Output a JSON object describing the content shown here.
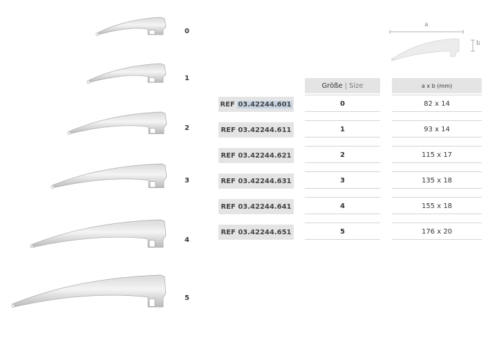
{
  "blades": [
    {
      "size": "0"
    },
    {
      "size": "1"
    },
    {
      "size": "2"
    },
    {
      "size": "3"
    },
    {
      "size": "4"
    },
    {
      "size": "5"
    }
  ],
  "dimension_diagram": {
    "a_label": "a",
    "b_label": "b"
  },
  "table": {
    "header_size_de": "Größe",
    "header_sep": "|",
    "header_size_en": "Size",
    "header_dims": "a x b (mm)",
    "ref_prefix": "REF",
    "rows": [
      {
        "ref_code": "03.42244.601",
        "size": "0",
        "dims": "82 x 14",
        "highlighted": true
      },
      {
        "ref_code": "03.42244.611",
        "size": "1",
        "dims": "93 x 14",
        "highlighted": false
      },
      {
        "ref_code": "03.42244.621",
        "size": "2",
        "dims": "115 x 17",
        "highlighted": false
      },
      {
        "ref_code": "03.42244.631",
        "size": "3",
        "dims": "135 x 18",
        "highlighted": false
      },
      {
        "ref_code": "03.42244.641",
        "size": "4",
        "dims": "155 x 18",
        "highlighted": false
      },
      {
        "ref_code": "03.42244.651",
        "size": "5",
        "dims": "176 x 20",
        "highlighted": false
      }
    ]
  }
}
